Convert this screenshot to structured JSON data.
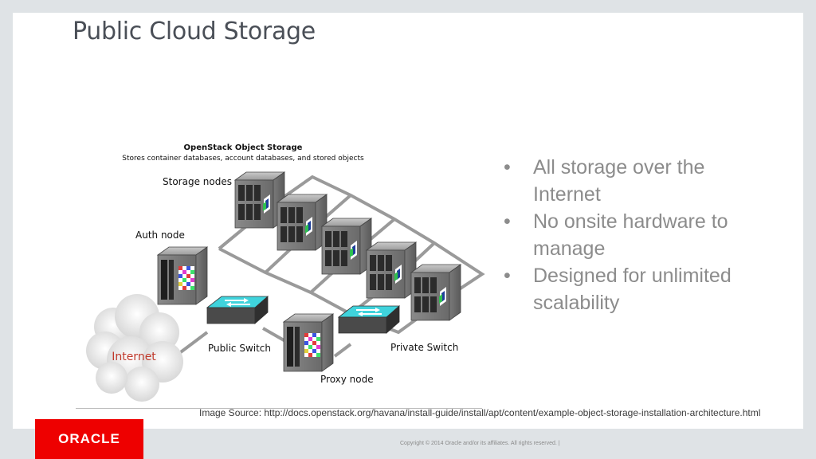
{
  "slide": {
    "title": "Public Cloud Storage",
    "bullets": [
      "All storage over the Internet",
      "No onsite hardware to manage",
      "Designed for unlimited scalability"
    ],
    "bullet_symbol": "•",
    "image_source": "Image Source: http://docs.openstack.org/havana/install-guide/install/apt/content/example-object-storage-installation-architecture.html",
    "copyright": "Copyright © 2014 Oracle and/or its affiliates. All rights reserved.  |",
    "logo_text": "ORACLE"
  },
  "diagram": {
    "heading": "OpenStack Object Storage",
    "subheading": "Stores container databases, account databases, and stored objects",
    "labels": {
      "storage_nodes": "Storage nodes",
      "auth_node": "Auth node",
      "internet": "Internet",
      "public_switch": "Public Switch",
      "private_switch": "Private Switch",
      "proxy_node": "Proxy node"
    }
  },
  "colors": {
    "brand_red": "#ee0000",
    "switch_cyan": "#3fd3dc",
    "network_line": "#9a9a9a",
    "internet_text": "#c0392b"
  }
}
